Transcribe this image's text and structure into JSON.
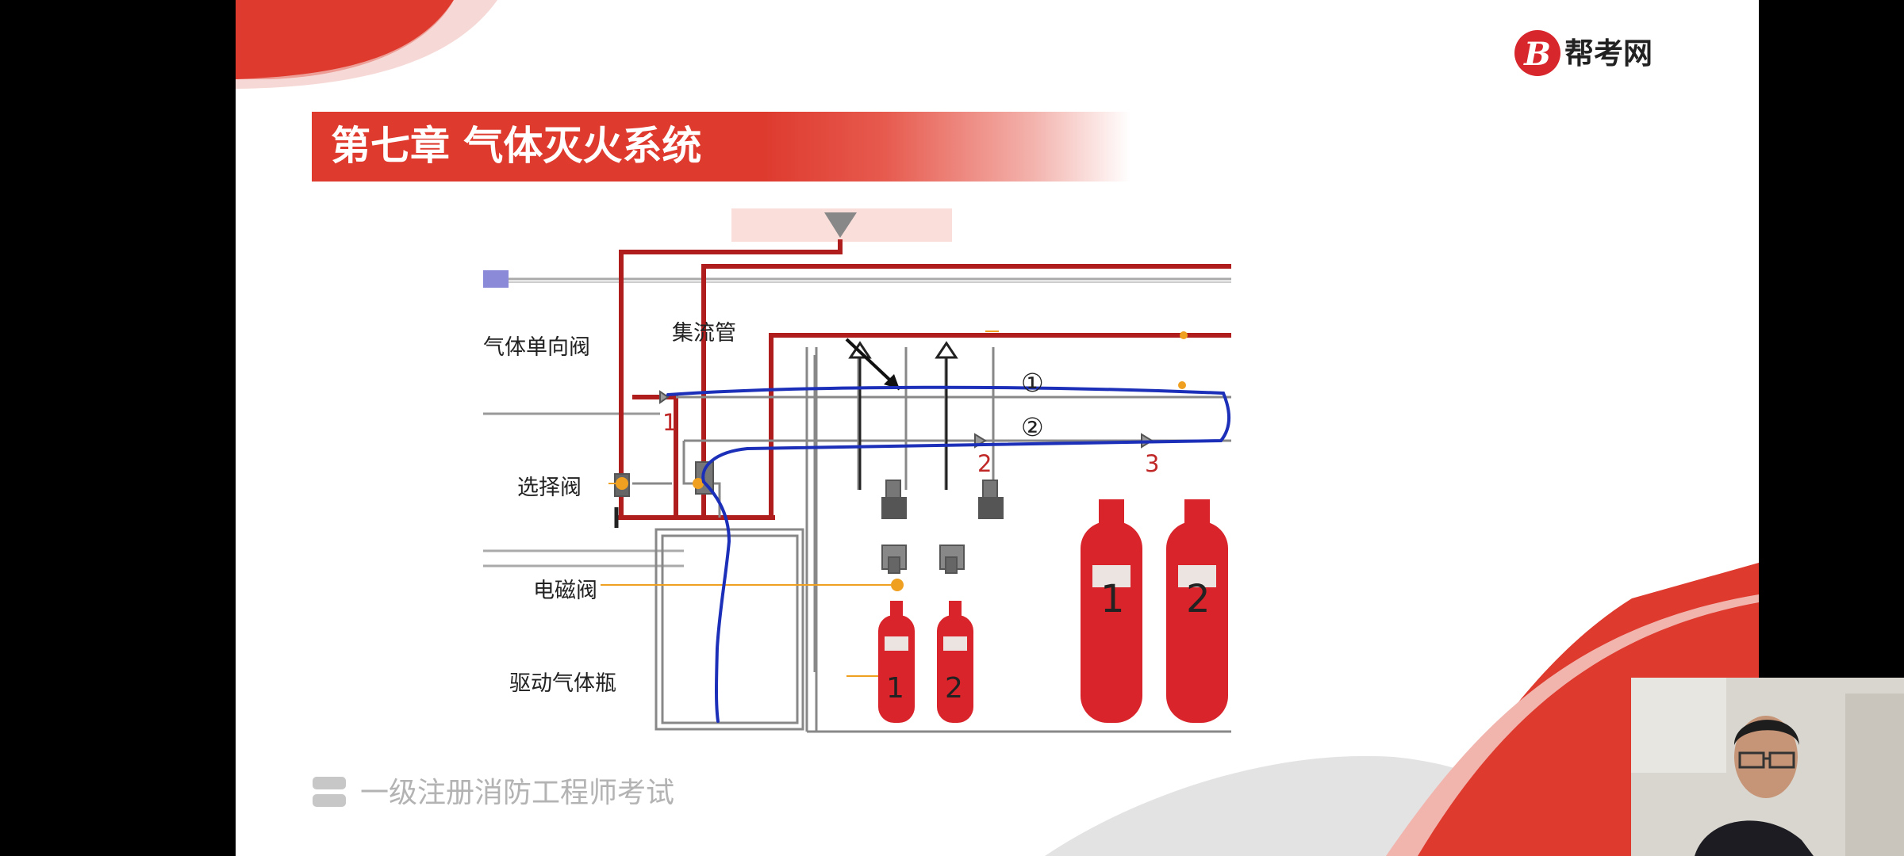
{
  "slide": {
    "logo_text": "帮考网",
    "title": "第七章  气体灭火系统",
    "footer": "一级注册消防工程师考试"
  },
  "diagram": {
    "labels": {
      "check_valve": "气体单向阀",
      "manifold": "集流管",
      "selector_valve": "选择阀",
      "solenoid_valve": "电磁阀",
      "drive_cylinder": "驱动气体瓶"
    },
    "circled": [
      "①",
      "②"
    ],
    "red_numbers": [
      "1",
      "2",
      "3"
    ],
    "drive_cylinder_numbers": [
      "1",
      "2"
    ],
    "agent_cylinder_numbers": [
      "1",
      "2"
    ]
  },
  "colors": {
    "accent_red": "#de3a2e",
    "pipe_red": "#b01d1d",
    "cylinder_red": "#d8242a",
    "annotation_blue": "#1b2fb8",
    "orange_marker": "#f0a020"
  }
}
